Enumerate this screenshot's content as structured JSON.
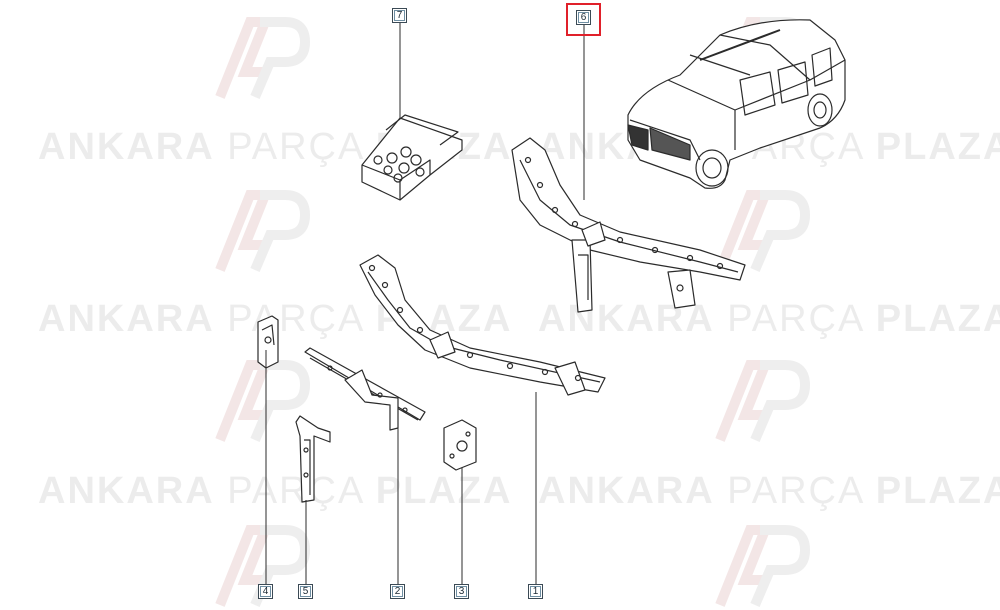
{
  "watermark": {
    "brand_bold_1": "ANKARA",
    "brand_light": "PARÇA",
    "brand_bold_2": "PLAZA"
  },
  "callouts": [
    {
      "id": "part-7",
      "label": "7"
    },
    {
      "id": "part-6",
      "label": "6",
      "highlighted": true
    },
    {
      "id": "part-4",
      "label": "4"
    },
    {
      "id": "part-5",
      "label": "5"
    },
    {
      "id": "part-2",
      "label": "2"
    },
    {
      "id": "part-3",
      "label": "3"
    },
    {
      "id": "part-1",
      "label": "1"
    }
  ],
  "colors": {
    "line": "#2b2b2b",
    "highlight": "#e0202a",
    "callout_border": "#3b4a55",
    "watermark": "#ececec"
  }
}
